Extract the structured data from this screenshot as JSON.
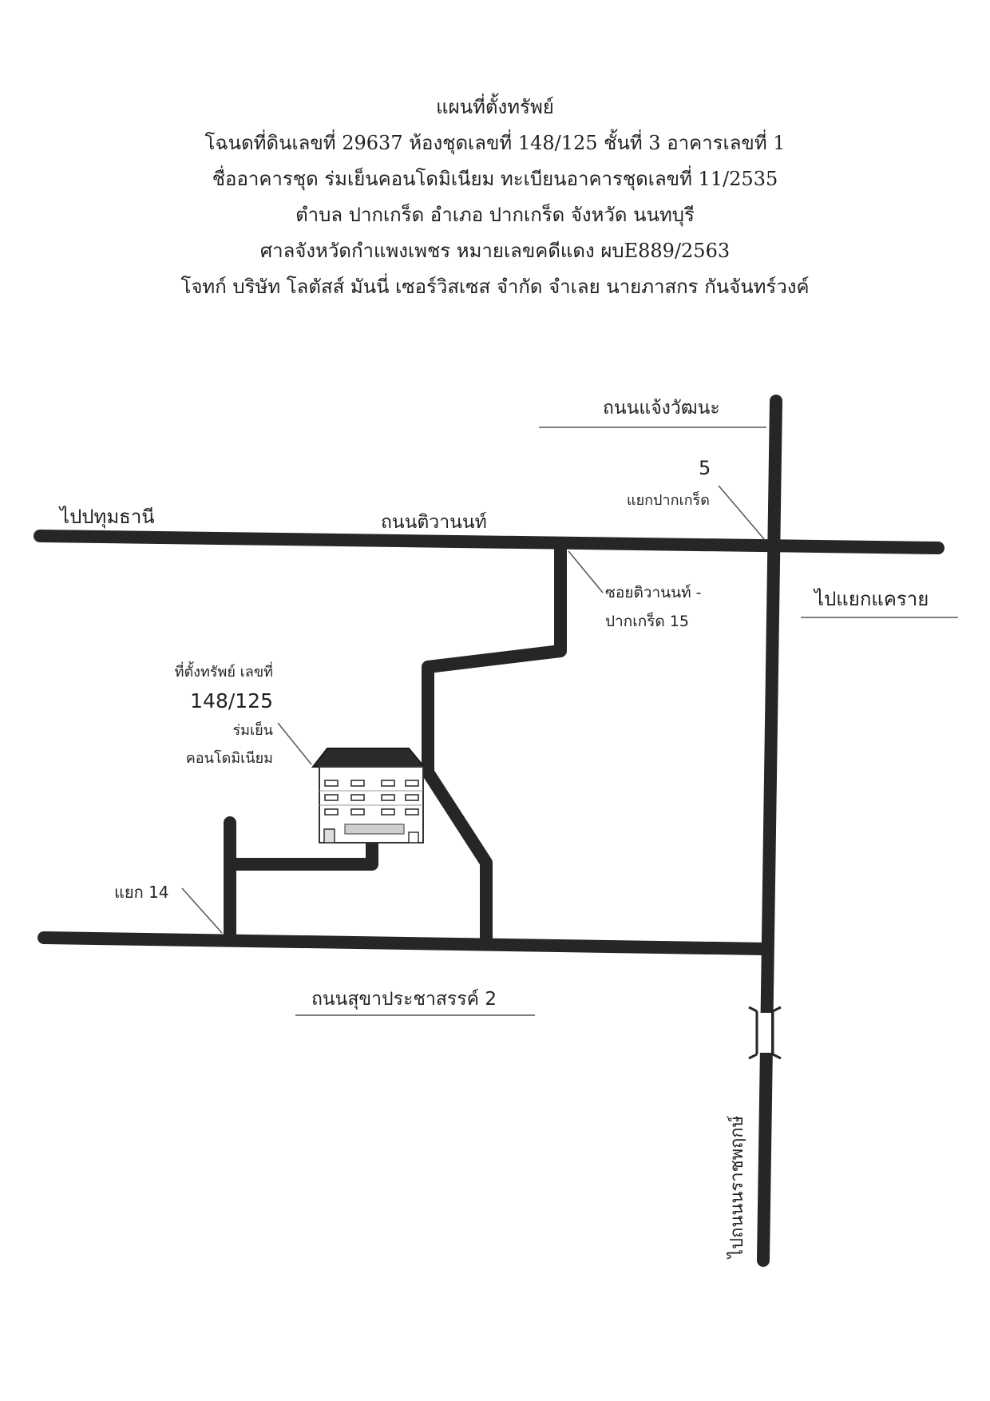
{
  "header": {
    "title": "แผนที่ตั้งทรัพย์",
    "deed_line": "โฉนดที่ดินเลขที่ 29637 ห้องชุดเลขที่ 148/125 ชั้นที่ 3 อาคารเลขที่ 1",
    "building_line": "ชื่ออาคารชุด ร่มเย็นคอนโดมิเนียม ทะเบียนอาคารชุดเลขที่ 11/2535",
    "location_line": "ตำบล ปากเกร็ด อำเภอ ปากเกร็ด จังหวัด นนทบุรี",
    "court_line": "ศาลจังหวัดกำแพงเพชร หมายเลขคดีแดง ผบE889/2563",
    "parties_line": "โจทก์ บริษัท โลตัสส์ มันนี่ เซอร์วิสเซส จำกัด จำเลย นายภาสกร กันจันทร์วงค์"
  },
  "map": {
    "road_color": "#262626",
    "labels": {
      "chaeng_watthana": "ถนนแจ้งวัฒนะ",
      "junction_number": "5",
      "junction_name": "แยกปากเกร็ด",
      "to_pathum_thani": "ไปปทุมธานี",
      "tiwanon_road": "ถนนติวานนท์",
      "soi_line1": "ซอยติวานนท์ -",
      "soi_line2": "ปากเกร็ด 15",
      "to_khae_rai": "ไปแยกแคราย",
      "property_line1": "ที่ตั้งทรัพย์ เลขที่",
      "property_number": "148/125",
      "property_line2": "ร่มเย็น",
      "property_line3": "คอนโดมิเนียม",
      "junction14": "แยก 14",
      "sukha_road": "ถนนสุขาประชาสรรค์ 2",
      "to_nonthaburi": "ไปถนนนราชพฤกษ์"
    }
  }
}
